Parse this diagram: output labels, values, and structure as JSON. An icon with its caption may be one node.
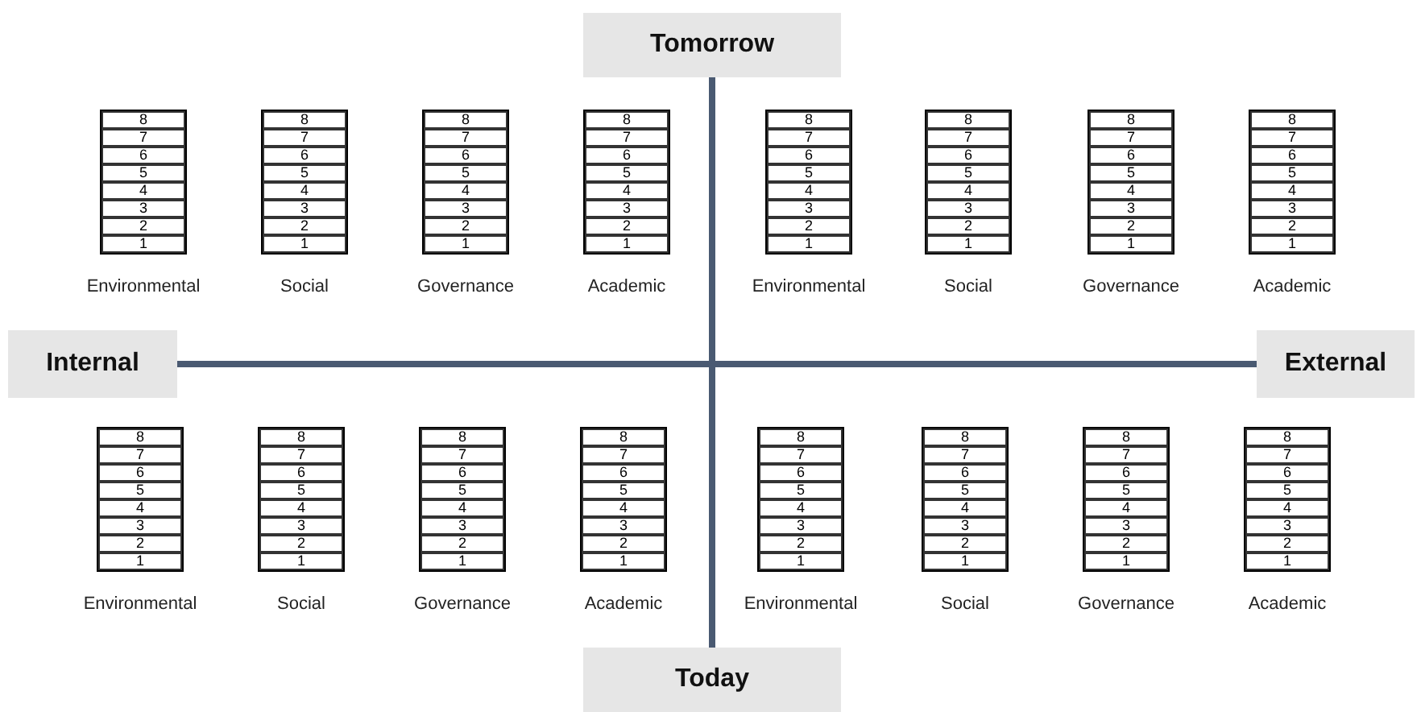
{
  "diagram": {
    "nodes": [
      {
        "text": [
          "Tomorrow"
        ]
      },
      {
        "text": [
          "Internal"
        ]
      },
      {
        "text": [
          "External"
        ]
      },
      {
        "text": [
          "Today"
        ]
      },
      {
        "text": [
          "8",
          "7",
          "6",
          "5",
          "4",
          "3",
          "2",
          "1"
        ],
        "beside": [
          "Environmental"
        ]
      },
      {
        "text": [
          "8",
          "7",
          "6",
          "5",
          "4",
          "3",
          "2",
          "1"
        ],
        "beside": [
          "Social"
        ]
      },
      {
        "text": [
          "8",
          "7",
          "6",
          "5",
          "4",
          "3",
          "2",
          "1"
        ],
        "beside": [
          "Governance"
        ]
      },
      {
        "text": [
          "8",
          "7",
          "6",
          "5",
          "4",
          "3",
          "2",
          "1"
        ],
        "beside": [
          "Academic"
        ]
      },
      {
        "text": [
          "8",
          "7",
          "6",
          "5",
          "4",
          "3",
          "2",
          "1"
        ],
        "beside": [
          "Environmental"
        ]
      },
      {
        "text": [
          "8",
          "7",
          "6",
          "5",
          "4",
          "3",
          "2",
          "1"
        ],
        "beside": [
          "Social"
        ]
      },
      {
        "text": [
          "8",
          "7",
          "6",
          "5",
          "4",
          "3",
          "2",
          "1"
        ],
        "beside": [
          "Governance"
        ]
      },
      {
        "text": [
          "8",
          "7",
          "6",
          "5",
          "4",
          "3",
          "2",
          "1"
        ],
        "beside": [
          "Academic"
        ]
      },
      {
        "text": [
          "8",
          "7",
          "6",
          "5",
          "4",
          "3",
          "2",
          "1"
        ],
        "beside": [
          "Environmental"
        ]
      },
      {
        "text": [
          "8",
          "7",
          "6",
          "5",
          "4",
          "3",
          "2",
          "1"
        ],
        "beside": [
          "Social"
        ]
      },
      {
        "text": [
          "8",
          "7",
          "6",
          "5",
          "4",
          "3",
          "2",
          "1"
        ],
        "beside": [
          "Governance"
        ]
      },
      {
        "text": [
          "8",
          "7",
          "6",
          "5",
          "4",
          "3",
          "2",
          "1"
        ],
        "beside": [
          "Academic"
        ]
      },
      {
        "text": [
          "8",
          "7",
          "6",
          "5",
          "4",
          "3",
          "2",
          "1"
        ],
        "beside": [
          "Environmental"
        ]
      },
      {
        "text": [
          "8",
          "7",
          "6",
          "5",
          "4",
          "3",
          "2",
          "1"
        ],
        "beside": [
          "Social"
        ]
      },
      {
        "text": [
          "8",
          "7",
          "6",
          "5",
          "4",
          "3",
          "2",
          "1"
        ],
        "beside": [
          "Governance"
        ]
      },
      {
        "text": [
          "8",
          "7",
          "6",
          "5",
          "4",
          "3",
          "2",
          "1"
        ],
        "beside": [
          "Academic"
        ]
      }
    ],
    "edges": [
      {
        "from": 1,
        "to": 2,
        "arrow": "none"
      },
      {
        "from": 0,
        "to": 3,
        "arrow": "none"
      }
    ]
  }
}
